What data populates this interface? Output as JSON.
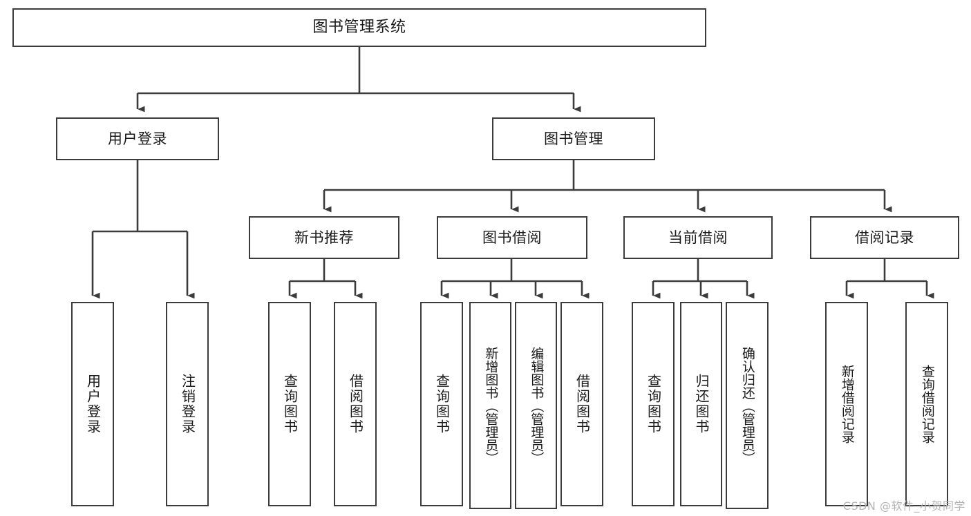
{
  "diagram": {
    "type": "tree-hierarchy",
    "title": "图书管理系统",
    "watermark": "CSDN @软件_小贺同学",
    "colors": {
      "box_border": "#3b3b3b",
      "connector": "#3b3b3b",
      "background": "#ffffff",
      "text": "#1a1a1a",
      "watermark": "#b4b4b4"
    },
    "root": {
      "label": "图书管理系统"
    },
    "level2": [
      {
        "label": "用户登录"
      },
      {
        "label": "图书管理"
      }
    ],
    "level3": [
      {
        "label": "新书推荐"
      },
      {
        "label": "图书借阅"
      },
      {
        "label": "当前借阅"
      },
      {
        "label": "借阅记录"
      }
    ],
    "leaves": {
      "user_login": [
        {
          "label": "用户登录"
        },
        {
          "label": "注销登录"
        }
      ],
      "new_book_recommend": [
        {
          "label": "查询图书"
        },
        {
          "label": "借阅图书"
        }
      ],
      "book_borrow": [
        {
          "label": "查询图书"
        },
        {
          "label": "新增图书（管理员）"
        },
        {
          "label": "编辑图书（管理员）"
        },
        {
          "label": "借阅图书"
        }
      ],
      "current_borrow": [
        {
          "label": "查询图书"
        },
        {
          "label": "归还图书"
        },
        {
          "label": "确认归还（管理员）"
        }
      ],
      "borrow_record": [
        {
          "label": "新增借阅记录"
        },
        {
          "label": "查询借阅记录"
        }
      ]
    }
  }
}
